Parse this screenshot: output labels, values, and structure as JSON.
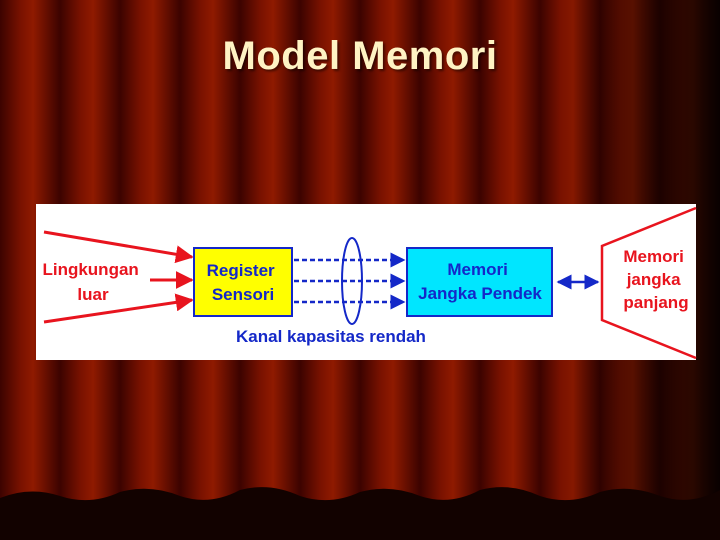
{
  "slide": {
    "title": "Model Memori"
  },
  "diagram": {
    "environment_label": [
      "Lingkungan",
      "luar"
    ],
    "sensory_register_label": [
      "Register",
      "Sensori"
    ],
    "short_term_memory_label": [
      "Memori",
      "Jangka Pendek"
    ],
    "long_term_memory_label": [
      "Memori",
      "jangka",
      "panjang"
    ],
    "channel_label": "Kanal kapasitas rendah",
    "colors": {
      "arrow_red": "#e8141e",
      "arrow_blue": "#1428c8",
      "register_fill": "#ffff00",
      "stm_fill": "#00e6ff",
      "text_red": "#e8141e",
      "text_blue": "#1428c8"
    }
  }
}
